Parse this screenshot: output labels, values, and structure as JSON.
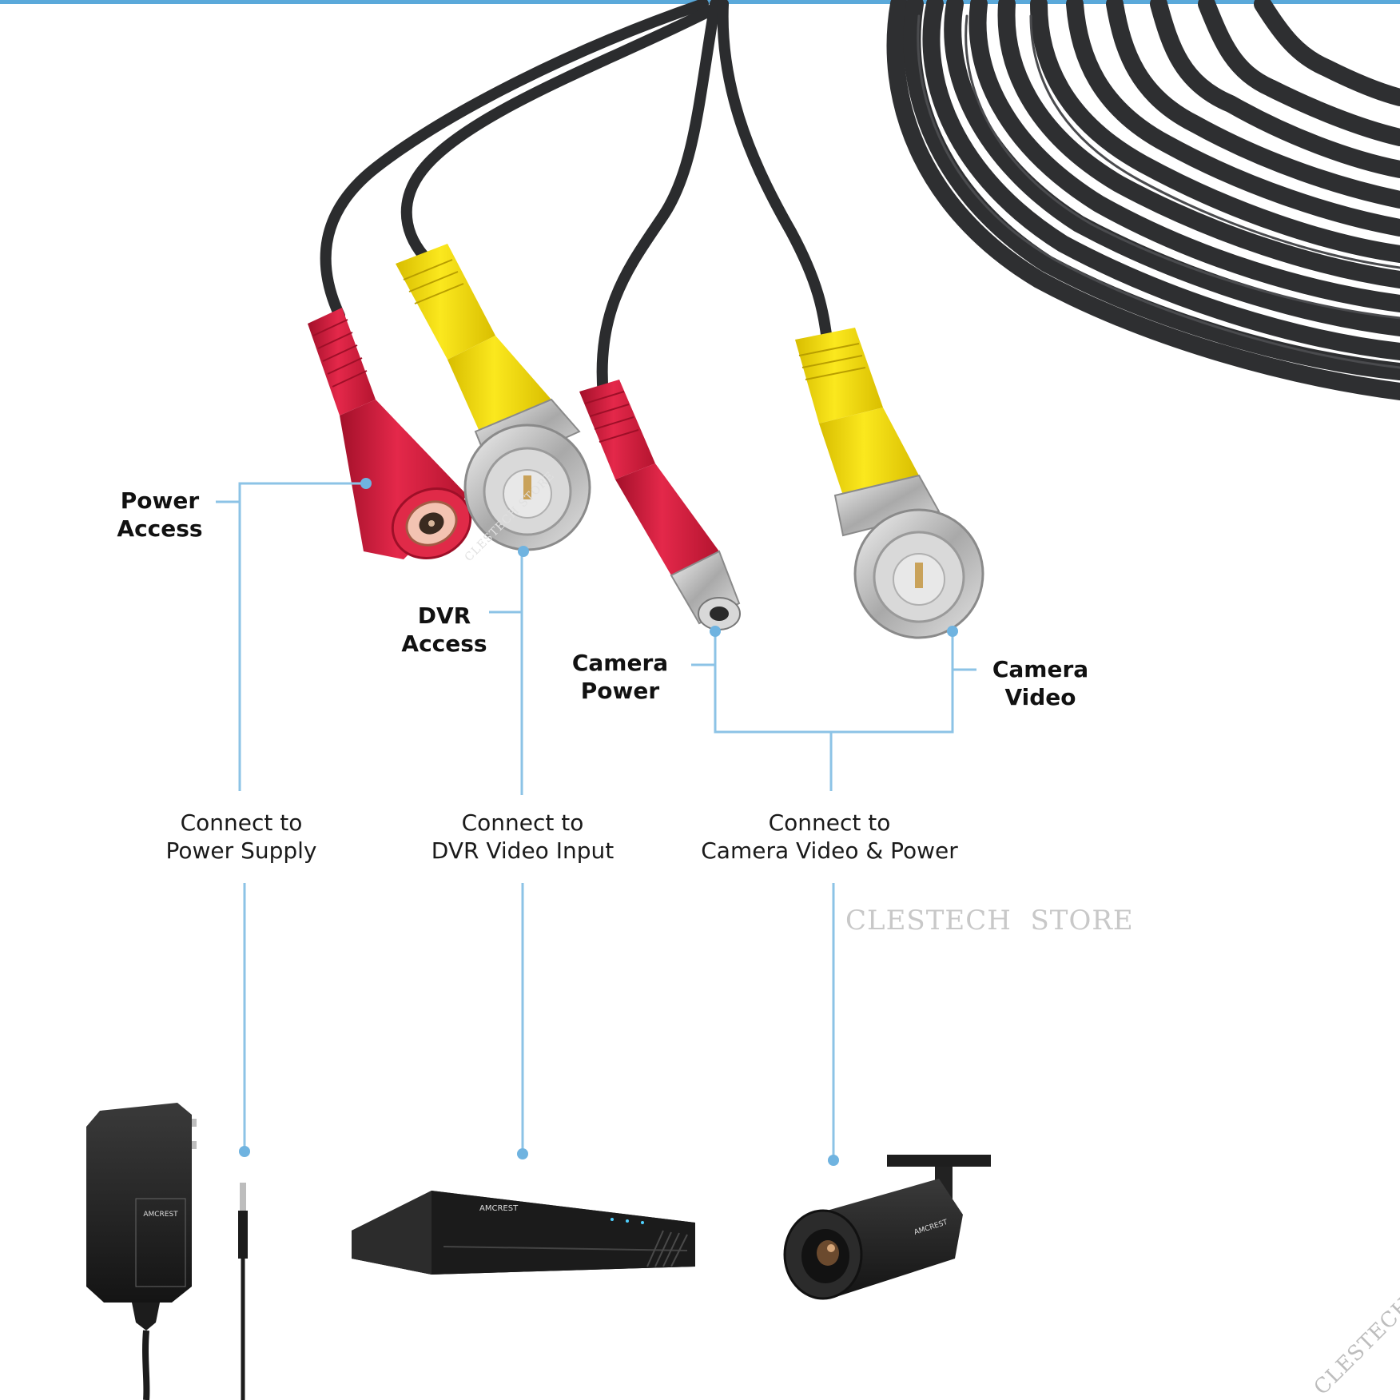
{
  "colors": {
    "accent_line": "#8cc3e6",
    "dot": "#6fb3e0",
    "top_bar": "#5aa9da",
    "cable": "#2e2f31",
    "plug_red": "#d81d3c",
    "plug_yellow": "#f6dd0a",
    "metal": "#c9c9c9",
    "device": "#1f1f1f"
  },
  "connectors": {
    "power_access": {
      "line1": "Power",
      "line2": "Access"
    },
    "dvr_access": {
      "line1": "DVR",
      "line2": "Access"
    },
    "camera_power": {
      "line1": "Camera",
      "line2": "Power"
    },
    "camera_video": {
      "line1": "Camera",
      "line2": "Video"
    }
  },
  "captions": {
    "power_supply": {
      "line1": "Connect to",
      "line2": "Power Supply"
    },
    "dvr_input": {
      "line1": "Connect to",
      "line2": "DVR Video Input"
    },
    "camera": {
      "line1": "Connect to",
      "line2": "Camera Video & Power"
    }
  },
  "devices": {
    "adapter_brand": "AMCREST",
    "dvr_brand": "AMCREST",
    "camera_brand": "AMCREST"
  },
  "watermarks": {
    "main": "CLESTECH  STORE",
    "plug": "CLESTECH STORE",
    "corner": "CLESTECH STORE"
  },
  "icons": [
    "coiled-cable",
    "red-dc-female-plug",
    "yellow-bnc-plug",
    "red-dc-male-plug",
    "power-adapter-icon",
    "dvr-recorder-icon",
    "bullet-camera-icon"
  ]
}
